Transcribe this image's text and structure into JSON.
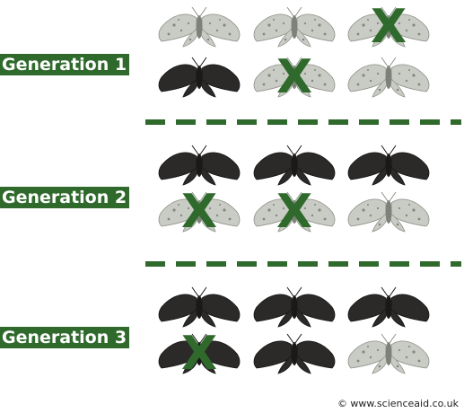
{
  "generations": [
    {
      "label": "Generation 1",
      "moths": [
        {
          "color": "light",
          "eaten": false
        },
        {
          "color": "light",
          "eaten": false
        },
        {
          "color": "light",
          "eaten": true
        },
        {
          "color": "dark",
          "eaten": false
        },
        {
          "color": "light",
          "eaten": true
        },
        {
          "color": "light",
          "eaten": false
        }
      ]
    },
    {
      "label": "Generation 2",
      "moths": [
        {
          "color": "dark",
          "eaten": false
        },
        {
          "color": "dark",
          "eaten": false
        },
        {
          "color": "dark",
          "eaten": false
        },
        {
          "color": "light",
          "eaten": true
        },
        {
          "color": "light",
          "eaten": true
        },
        {
          "color": "light",
          "eaten": false
        }
      ]
    },
    {
      "label": "Generation 3",
      "moths": [
        {
          "color": "dark",
          "eaten": false
        },
        {
          "color": "dark",
          "eaten": false
        },
        {
          "color": "dark",
          "eaten": false
        },
        {
          "color": "dark",
          "eaten": true
        },
        {
          "color": "dark",
          "eaten": false
        },
        {
          "color": "light",
          "eaten": false
        }
      ]
    }
  ],
  "eaten_mark": "X",
  "copyright": "© www.scienceaid.co.uk",
  "colors": {
    "label_background": "#2f6a2c",
    "label_text": "#ffffff",
    "divider": "#2f6a2c",
    "eaten_mark": "#2f6a2c",
    "dark_moth": "#2b2a28",
    "light_moth": "#c9ccc4"
  },
  "icons": {
    "moth": "peppered-moth-icon",
    "eaten": "eaten-x-icon"
  }
}
